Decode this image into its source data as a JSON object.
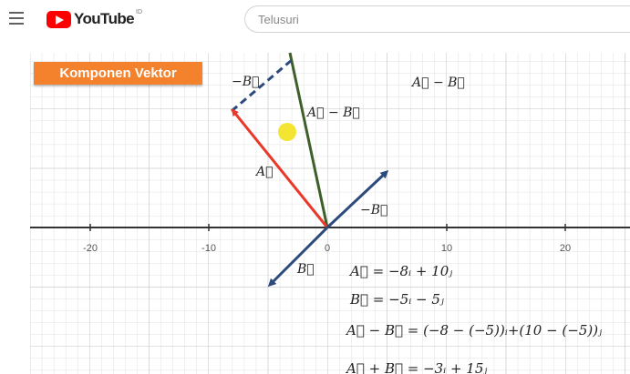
{
  "header": {
    "logo_text": "YouTube",
    "country_code": "ID",
    "search_placeholder": "Telusuri"
  },
  "video": {
    "title": "Komponen Vektor",
    "label_top_right": "A⃗ − B⃗",
    "label_neg_b_top": "−B⃗",
    "label_a_minus_b": "A⃗ − B⃗",
    "label_a": "A⃗",
    "label_neg_b": "−B⃗",
    "label_b": "B⃗",
    "axis_ticks": [
      "-20",
      "-10",
      "0",
      "10",
      "20"
    ],
    "eq1": "A⃗ = −8ᵢ + 10ⱼ",
    "eq2": "B⃗ = −5ᵢ − 5ⱼ",
    "eq3": "A⃗ − B⃗ = (−8 − (−5))ᵢ+(10 − (−5))ⱼ",
    "eq4": "A⃗ + B⃗ = −3ᵢ + 15ⱼ",
    "colors": {
      "vector_a": "#e8392a",
      "vector_b": "#2c4a7c",
      "vector_diff": "#3f5f2a",
      "badge": "#f4812b",
      "highlight": "#f2e21b"
    }
  }
}
